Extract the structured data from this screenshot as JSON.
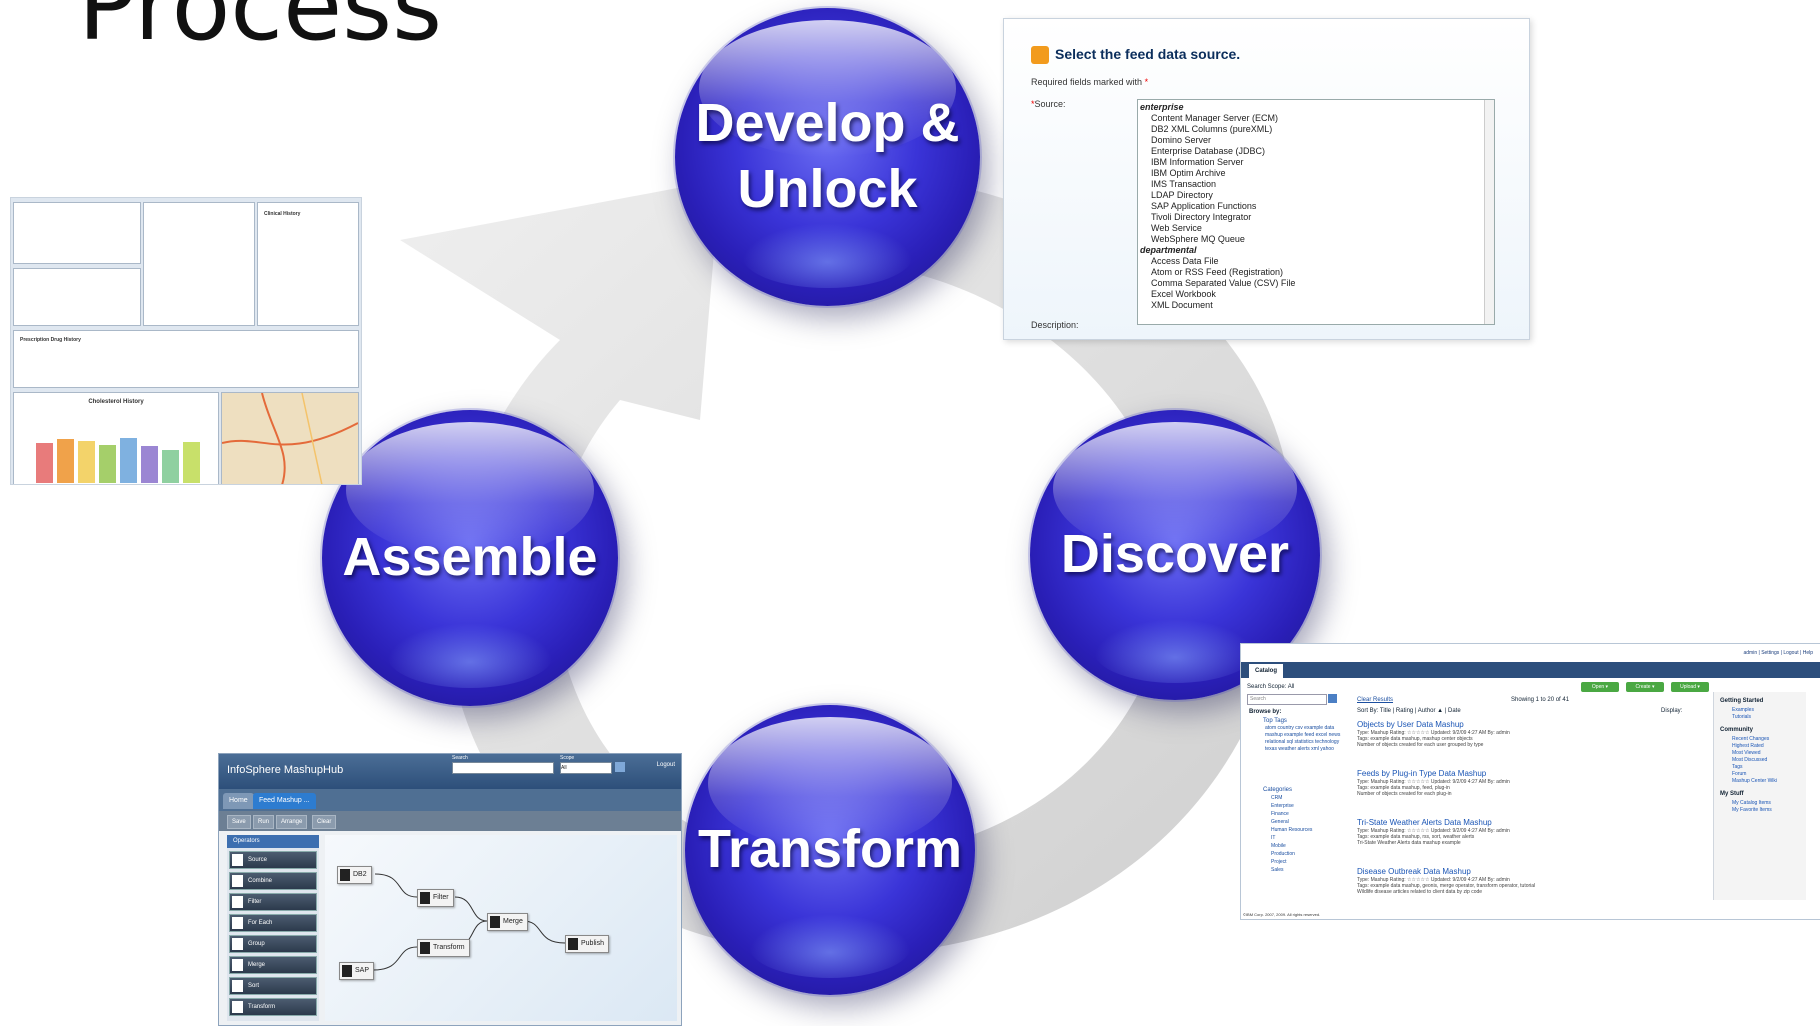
{
  "title": "Process",
  "cycle": {
    "nodes": [
      {
        "label_line1": "Develop &",
        "label_line2": "Unlock"
      },
      {
        "label": "Discover"
      },
      {
        "label": "Transform"
      },
      {
        "label": "Assemble"
      }
    ],
    "arrow_color": "#d9d9d9",
    "sphere_color": "#2f28c8"
  },
  "feed_panel": {
    "heading": "Select the feed data source.",
    "required_note": "Required fields marked with",
    "required_mark": "*",
    "source_label": "Source:",
    "groups": [
      {
        "name": "enterprise",
        "items": [
          "Content Manager Server (ECM)",
          "DB2 XML Columns (pureXML)",
          "Domino Server",
          "Enterprise Database (JDBC)",
          "IBM Information Server",
          "IBM Optim Archive",
          "IMS Transaction",
          "LDAP Directory",
          "SAP Application Functions",
          "Tivoli Directory Integrator",
          "Web Service",
          "WebSphere MQ Queue"
        ]
      },
      {
        "name": "departmental",
        "items": [
          "Access Data File",
          "Atom or RSS Feed (Registration)",
          "Comma Separated Value (CSV) File",
          "Excel Workbook",
          "XML Document"
        ]
      }
    ],
    "description_label": "Description:"
  },
  "dashboard_panel": {
    "chart_title": "Cholesterol History",
    "bar_colors": [
      "#e87b7b",
      "#f0a24a",
      "#f3d36a",
      "#a5cf6a",
      "#7fb1e0",
      "#9b86d3",
      "#8fd0a0",
      "#c8e06a"
    ],
    "bar_values": [
      0.62,
      0.68,
      0.66,
      0.6,
      0.7,
      0.58,
      0.52,
      0.64
    ],
    "history_title": "Clinical History",
    "prescription_title": "Prescription Drug History"
  },
  "editor_panel": {
    "app_name": "InfoSphere MashupHub",
    "tabs": [
      "Home",
      "Feed Mashup ..."
    ],
    "toolbar": [
      "Save",
      "Run",
      "Arrange",
      "Clear"
    ],
    "operators_title": "Operators",
    "operators": [
      "Source",
      "Combine",
      "Filter",
      "For Each",
      "Group",
      "Merge",
      "Sort",
      "Transform"
    ],
    "nodes": [
      "DB2",
      "Filter",
      "Merge",
      "Transform",
      "Publish",
      "SAP"
    ],
    "search_label": "Search",
    "scope_label": "Scope",
    "scope_value": "All",
    "logout": "Logout"
  },
  "catalog_panel": {
    "user_links": "admin | Settings | Logout | Help",
    "tab": "Catalog",
    "search_scope": "Search Scope: All",
    "search_placeholder": "Search",
    "clear_results": "Clear Results",
    "showing": "Showing 1 to 20 of 41",
    "sort_by": "Sort By: Title | Rating | Author ▲ | Date",
    "display": "Display:",
    "buttons": [
      "Open ▾",
      "Create ▾",
      "Upload ▾"
    ],
    "browse_by": "Browse by:",
    "top_tags_label": "Top Tags",
    "top_tags": "atom country csv example data mashup example feed excel news relational sql statistics technology texas weather alerts xml yahoo",
    "categories_label": "Categories",
    "categories": [
      "CRM",
      "Enterprise",
      "Finance",
      "General",
      "Human Resources",
      "IT",
      "Mobile",
      "Production",
      "Project",
      "Sales"
    ],
    "results": [
      {
        "title": "Objects by User Data Mashup",
        "meta": "Type: Mashup   Rating: ☆☆☆☆☆   Updated: 9/2/09 4:27 AM   By: admin",
        "tags": "Tags: example data mashup, mashup center objects",
        "desc": "Number of objects created for each user grouped by type"
      },
      {
        "title": "Feeds by Plug-in Type Data Mashup",
        "meta": "Type: Mashup   Rating: ☆☆☆☆☆   Updated: 9/2/09 4:27 AM   By: admin",
        "tags": "Tags: example data mashup, feed, plug-in",
        "desc": "Number of objects created for each plug-in"
      },
      {
        "title": "Tri-State Weather Alerts Data Mashup",
        "meta": "Type: Mashup   Rating: ☆☆☆☆☆   Updated: 9/2/09 4:27 AM   By: admin",
        "tags": "Tags: example data mashup, rss, sort, weather alerts",
        "desc": "Tri-State Weather Alerts data mashup example"
      },
      {
        "title": "Disease Outbreak Data Mashup",
        "meta": "Type: Mashup   Rating: ☆☆☆☆☆   Updated: 9/2/09 4:27 AM   By: admin",
        "tags": "Tags: example data mashup, geonis, merge operator, transform operator, tutorial",
        "desc": "Wildlife disease articles related to client data by zip code"
      }
    ],
    "sidebar": [
      {
        "heading": "Getting Started",
        "links": [
          "Examples",
          "Tutorials"
        ]
      },
      {
        "heading": "Community",
        "links": [
          "Recent Changes",
          "Highest Rated",
          "Most Viewed",
          "Most Discussed",
          "Tags",
          "Forum",
          "Mashup Center Wiki"
        ]
      },
      {
        "heading": "My Stuff",
        "links": [
          "My Catalog Items",
          "My Favorite Items"
        ]
      }
    ],
    "footer": "©IBM Corp. 2007, 2009. All rights reserved."
  }
}
